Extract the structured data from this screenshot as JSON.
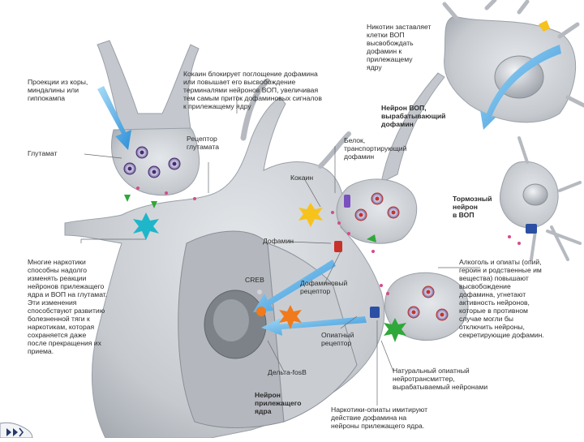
{
  "labels": {
    "nicotine": "Никотин заставляет\nклетки ВОП\nвысвобождать\nдофамин к\nприлежащему\nядру",
    "cortex_projections": "Проекции из коры,\nминдалины или\nгиппокампа",
    "cocaine_blocks": "Кокаин блокирует поглощение дофамина\nили повышает его высвобождение\nтерминалями нейронов ВОП, увеличивая\nтем самым приток дофаминовых сигналов\nк прилежащему ядру",
    "vta_neuron": "Нейрон ВОП,\nвырабатывающий\nдофамин",
    "glutamate": "Глутамат",
    "glutamate_receptor": "Рецептор\nглутамата",
    "transporter": "Белок,\nтранспортирующий\nдофамин",
    "cocaine": "Кокаин",
    "inhibitory_neuron": "Тормозный\nнейрон\nв ВОП",
    "dopamine": "Дофамин",
    "many_drugs": "Многие наркотики\nспособны надолго\nизменять реакции\nнейронов прилежащего\nядра и ВОП на глутамат.\nЭти изменения\nспособствуют развитию\nболезненной тяги к\nнаркотикам, которая\nсохраняется даже\nпосле прекращения их\nприема.",
    "creb": "CREB",
    "dopamine_receptor": "Дофаминовый\nрецептор",
    "alcohol_opiates": "Алкоголь и опиаты (опий,\nгероин и родственные им\nвещества) повышают\nвысвобождение\nдофамина, угнетают\nактивность нейронов,\nкоторые в противном\nслучае могли бы\nотключить нейроны,\nсекретирующие дофамин.",
    "opiate_receptor": "Опиатный\nрецептор",
    "delta_fosb": "Дельта-fosB",
    "natural_opiate": "Натуральный опиатный\nнейротрансмиттер,\nвырабатываемый нейронами",
    "nucleus_accumbens": "Нейрон\nприлежащего\nядра",
    "narcotics_opiates": "Наркотики-опиаты имитируют\nдействие дофамина на\nнейроны прилежащего ядра."
  },
  "colors": {
    "neuron_fill": "#cfd3d8",
    "neuron_shade": "#a9aeb5",
    "neuron_dark": "#8a8f97",
    "arrow_blue": "#3d9be0",
    "burst_yellow": "#f6c21c",
    "burst_cyan": "#1fb6c9",
    "burst_green": "#2fa83a",
    "burst_orange": "#f07a1c",
    "receptor_blue": "#2b4fa3",
    "vesicle_purple": "#4a2a6e",
    "dopamine_red": "#c8322a",
    "text": "#2b2b2b"
  },
  "nav_icon": "skip-icon"
}
